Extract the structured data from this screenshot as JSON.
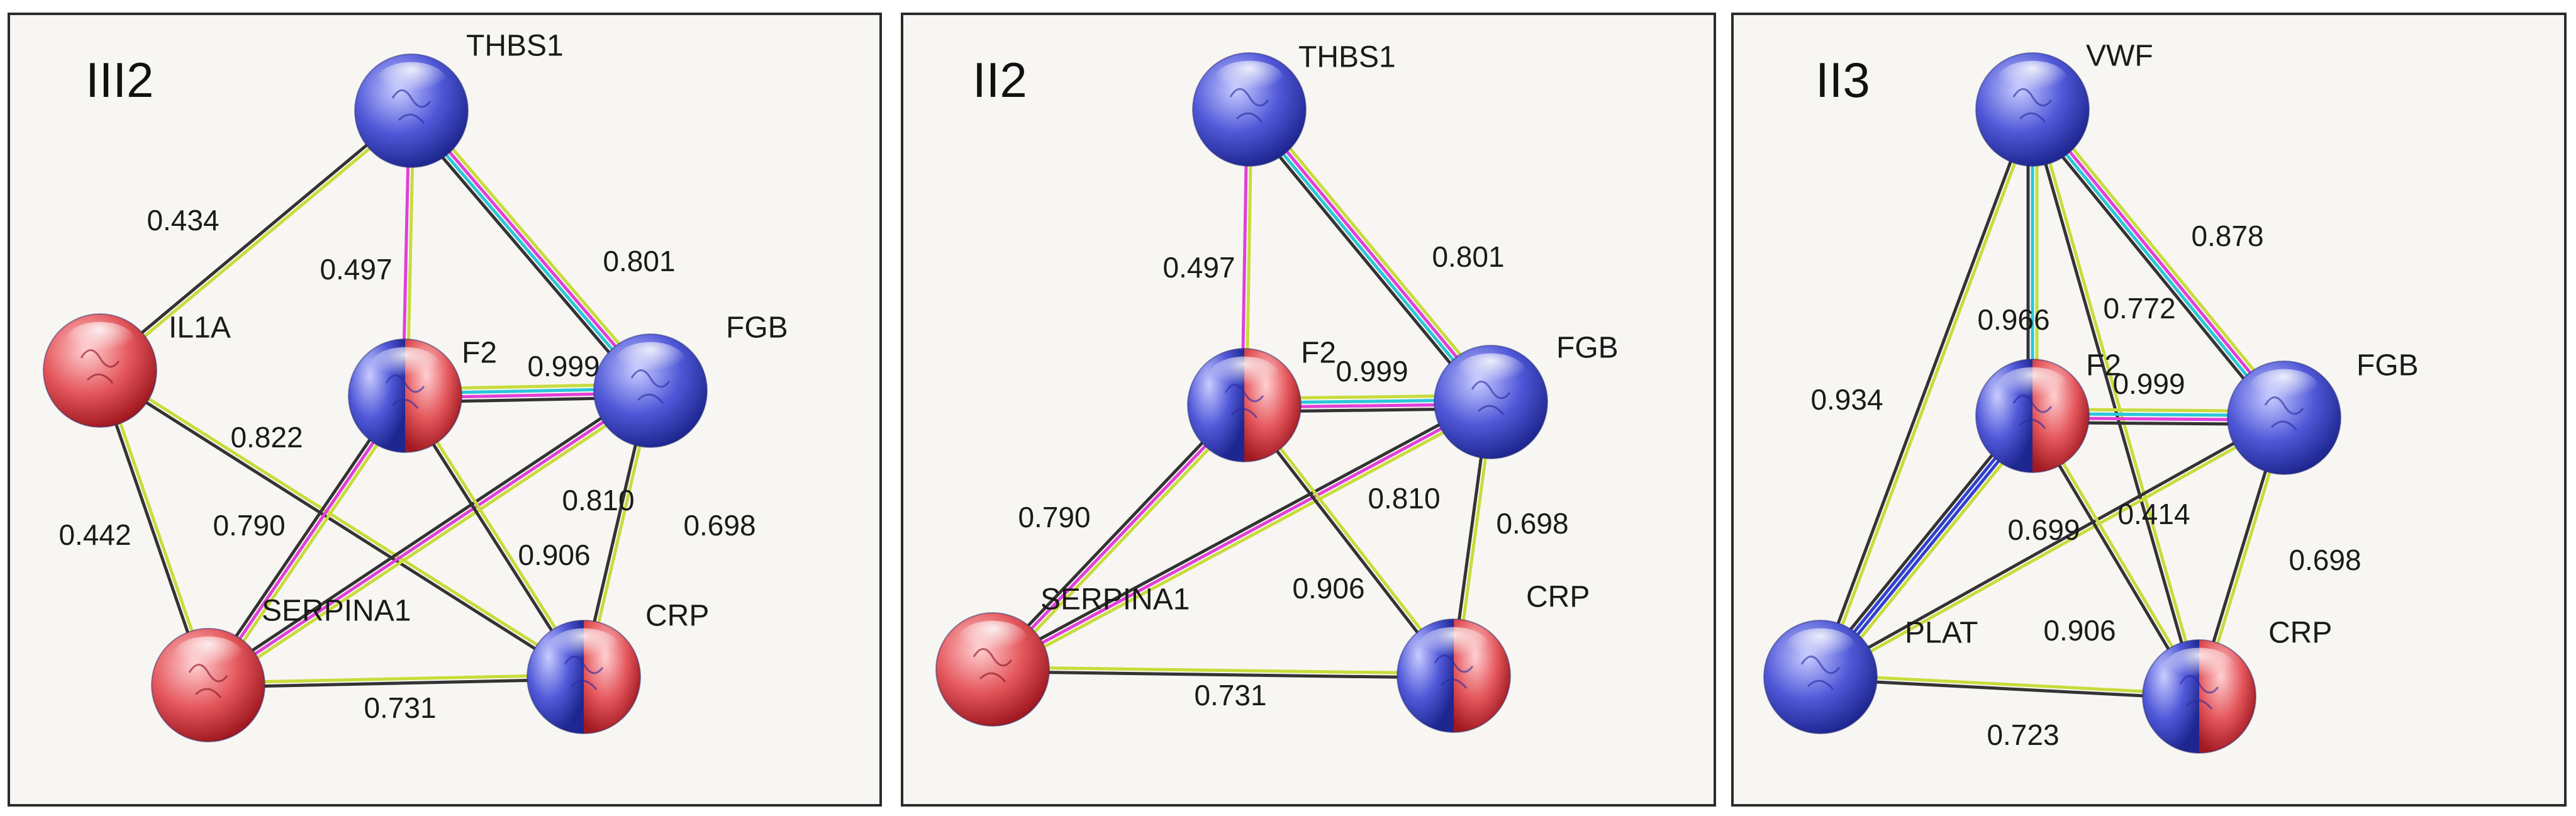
{
  "colors": {
    "panel_bg": "#f8f6f3",
    "node_blue": "#5058d8",
    "node_red": "#e4575c",
    "edge_yellow": "#c8dc3c",
    "edge_magenta": "#e040d8",
    "edge_cyan": "#28c8d8",
    "edge_black": "#333333",
    "edge_blue": "#3040d0"
  },
  "panels": [
    {
      "label": "III2",
      "nodes": [
        {
          "id": "THBS1",
          "label": "THBS1",
          "color": "blue"
        },
        {
          "id": "IL1A",
          "label": "IL1A",
          "color": "red"
        },
        {
          "id": "F2",
          "label": "F2",
          "color": "split"
        },
        {
          "id": "FGB",
          "label": "FGB",
          "color": "blue"
        },
        {
          "id": "SERPINA1",
          "label": "SERPINA1",
          "color": "red"
        },
        {
          "id": "CRP",
          "label": "CRP",
          "color": "split"
        }
      ],
      "edges": [
        {
          "from": "THBS1",
          "to": "IL1A",
          "score": "0.434"
        },
        {
          "from": "THBS1",
          "to": "F2",
          "score": "0.497"
        },
        {
          "from": "THBS1",
          "to": "FGB",
          "score": "0.801"
        },
        {
          "from": "F2",
          "to": "FGB",
          "score": "0.999"
        },
        {
          "from": "IL1A",
          "to": "CRP",
          "score": "0.822"
        },
        {
          "from": "FGB",
          "to": "SERPINA1",
          "score": "0.810"
        },
        {
          "from": "F2",
          "to": "SERPINA1",
          "score": "0.790"
        },
        {
          "from": "IL1A",
          "to": "SERPINA1",
          "score": "0.442"
        },
        {
          "from": "FGB",
          "to": "CRP",
          "score": "0.698"
        },
        {
          "from": "F2",
          "to": "CRP",
          "score": "0.906"
        },
        {
          "from": "SERPINA1",
          "to": "CRP",
          "score": "0.731"
        }
      ]
    },
    {
      "label": "II2",
      "nodes": [
        {
          "id": "THBS1",
          "label": "THBS1",
          "color": "blue"
        },
        {
          "id": "F2",
          "label": "F2",
          "color": "split"
        },
        {
          "id": "FGB",
          "label": "FGB",
          "color": "blue"
        },
        {
          "id": "SERPINA1",
          "label": "SERPINA1",
          "color": "red"
        },
        {
          "id": "CRP",
          "label": "CRP",
          "color": "split"
        }
      ],
      "edges": [
        {
          "from": "THBS1",
          "to": "F2",
          "score": "0.497"
        },
        {
          "from": "THBS1",
          "to": "FGB",
          "score": "0.801"
        },
        {
          "from": "F2",
          "to": "FGB",
          "score": "0.999"
        },
        {
          "from": "F2",
          "to": "SERPINA1",
          "score": "0.790"
        },
        {
          "from": "FGB",
          "to": "SERPINA1",
          "score": "0.810"
        },
        {
          "from": "FGB",
          "to": "CRP",
          "score": "0.698"
        },
        {
          "from": "F2",
          "to": "CRP",
          "score": "0.906"
        },
        {
          "from": "SERPINA1",
          "to": "CRP",
          "score": "0.731"
        }
      ]
    },
    {
      "label": "II3",
      "nodes": [
        {
          "id": "VWF",
          "label": "VWF",
          "color": "blue"
        },
        {
          "id": "F2",
          "label": "F2",
          "color": "split"
        },
        {
          "id": "FGB",
          "label": "FGB",
          "color": "blue"
        },
        {
          "id": "PLAT",
          "label": "PLAT",
          "color": "blue"
        },
        {
          "id": "CRP",
          "label": "CRP",
          "color": "split"
        }
      ],
      "edges": [
        {
          "from": "VWF",
          "to": "FGB",
          "score": "0.878"
        },
        {
          "from": "VWF",
          "to": "F2",
          "score": "0.966"
        },
        {
          "from": "VWF",
          "to": "CRP",
          "score": "0.772"
        },
        {
          "from": "VWF",
          "to": "PLAT",
          "score": "0.934"
        },
        {
          "from": "F2",
          "to": "FGB",
          "score": "0.999"
        },
        {
          "from": "F2",
          "to": "PLAT",
          "score": "0.699"
        },
        {
          "from": "FGB",
          "to": "PLAT",
          "score": "0.414"
        },
        {
          "from": "FGB",
          "to": "CRP",
          "score": "0.698"
        },
        {
          "from": "F2",
          "to": "CRP",
          "score": "0.906"
        },
        {
          "from": "PLAT",
          "to": "CRP",
          "score": "0.723"
        }
      ]
    }
  ]
}
